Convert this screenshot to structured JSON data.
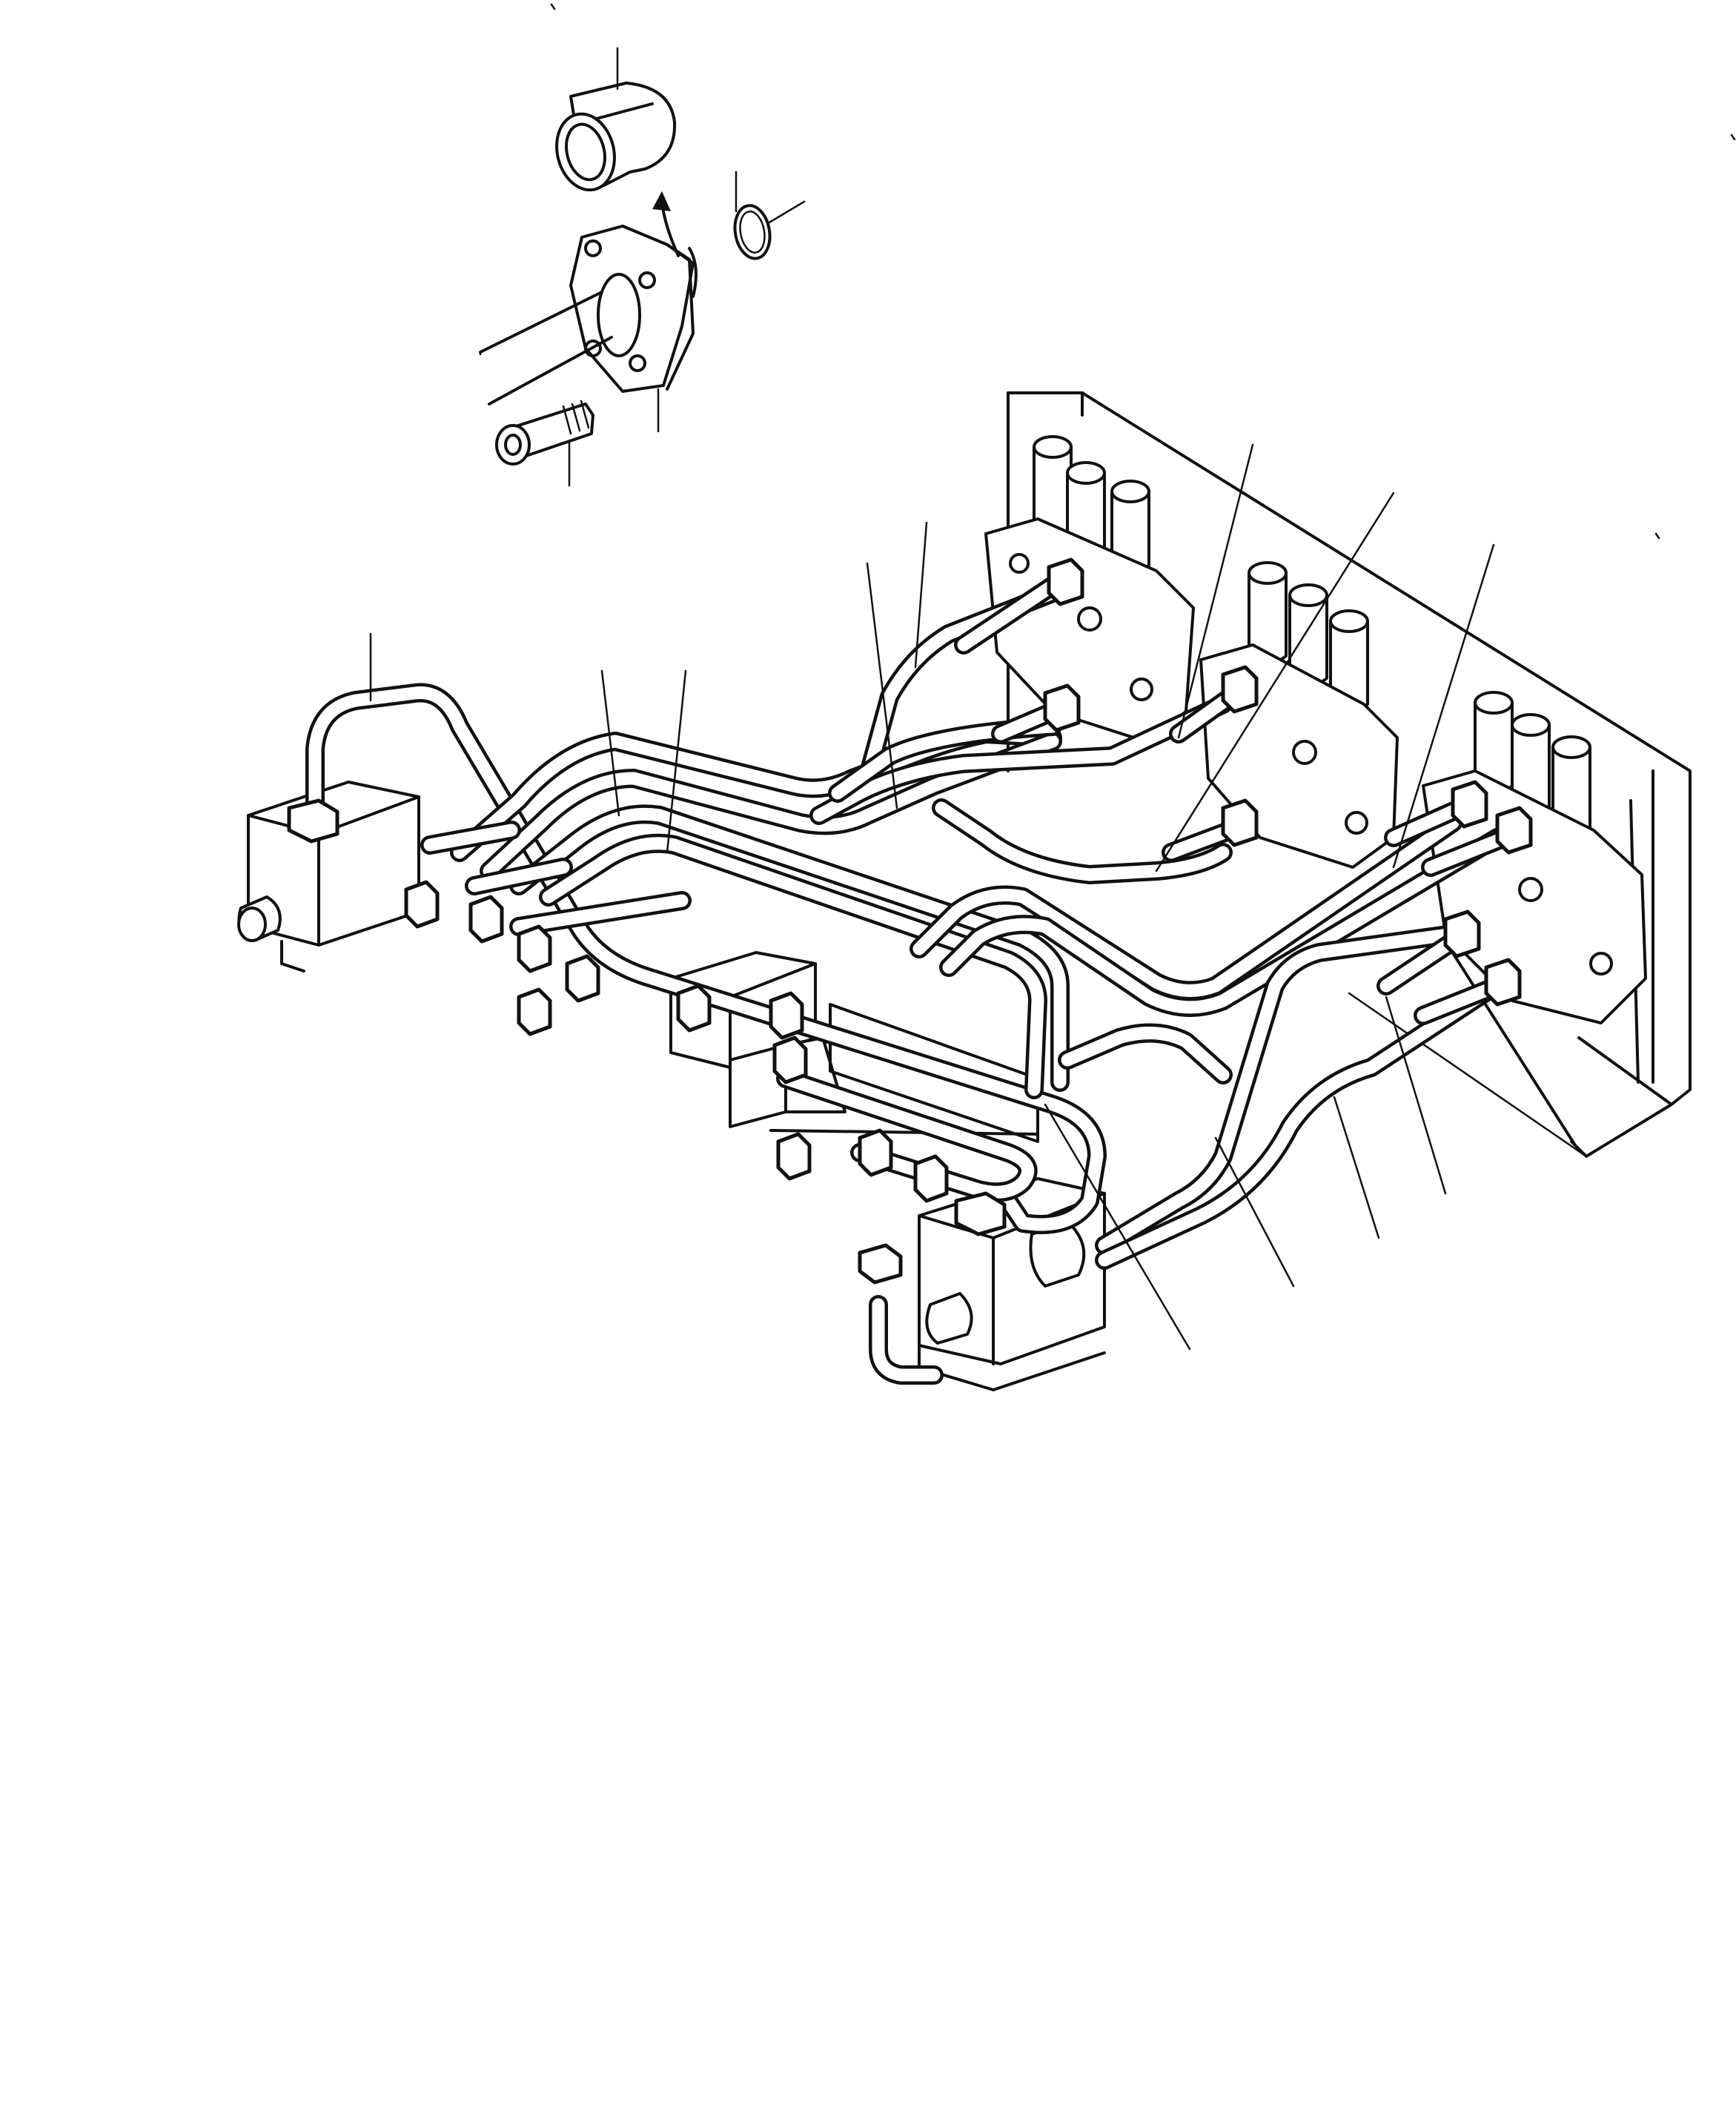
{
  "figure": {
    "title": "",
    "labels": []
  },
  "parts": [
    {
      "id": "cap",
      "icon": "cap-plug-icon"
    },
    {
      "id": "oring",
      "icon": "o-ring-icon"
    },
    {
      "id": "flange",
      "icon": "split-flange-icon"
    },
    {
      "id": "bolt",
      "icon": "hex-socket-bolt-icon"
    },
    {
      "id": "control-valve",
      "icon": "control-valve-block-icon"
    },
    {
      "id": "block-left",
      "icon": "junction-block-icon"
    },
    {
      "id": "block-right",
      "icon": "junction-block-icon"
    },
    {
      "id": "pipes",
      "icon": "hydraulic-tube-icon"
    }
  ],
  "colors": {
    "line": "#111111",
    "paper": "#ffffff"
  }
}
